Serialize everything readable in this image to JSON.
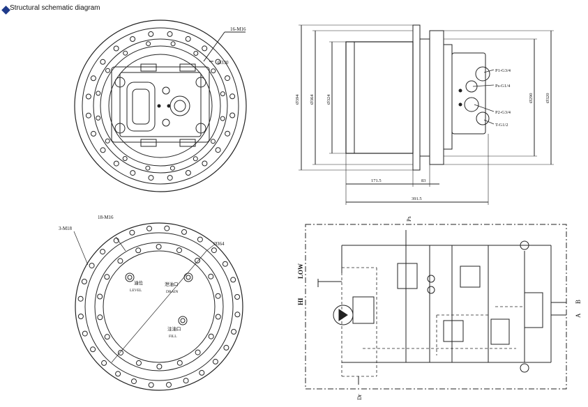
{
  "header": {
    "title": "Structural schematic diagram"
  },
  "front_view": {
    "bolt_callout": "16-M16",
    "pcd_callout": "Ø330"
  },
  "side_view": {
    "dia_large": "Ø394",
    "dia_mid": "Ø364",
    "dia_pilot": "Ø324",
    "dia_right_1": "Ø290",
    "dia_right_2": "Ø320",
    "dim_a": "171.5",
    "dim_b": "83",
    "dim_total": "391.5",
    "ports": [
      "P1-G3/4",
      "Ps-G1/4",
      "P2-G3/4",
      "T-G1/2"
    ]
  },
  "rear_view": {
    "hole_callout": "3-M18",
    "bolt_callout": "18-M16",
    "pcd_callout": "Ø364",
    "level_cn": "油位",
    "level_en": "LEVEL",
    "drain_cn": "泄油口",
    "drain_en": "DRAIN",
    "fill_cn": "注油口",
    "fill_en": "FILL"
  },
  "hydraulic": {
    "ps": "Ps",
    "dr": "Dr",
    "hi": "HI",
    "low": "LOW",
    "a": "A",
    "b": "B"
  }
}
